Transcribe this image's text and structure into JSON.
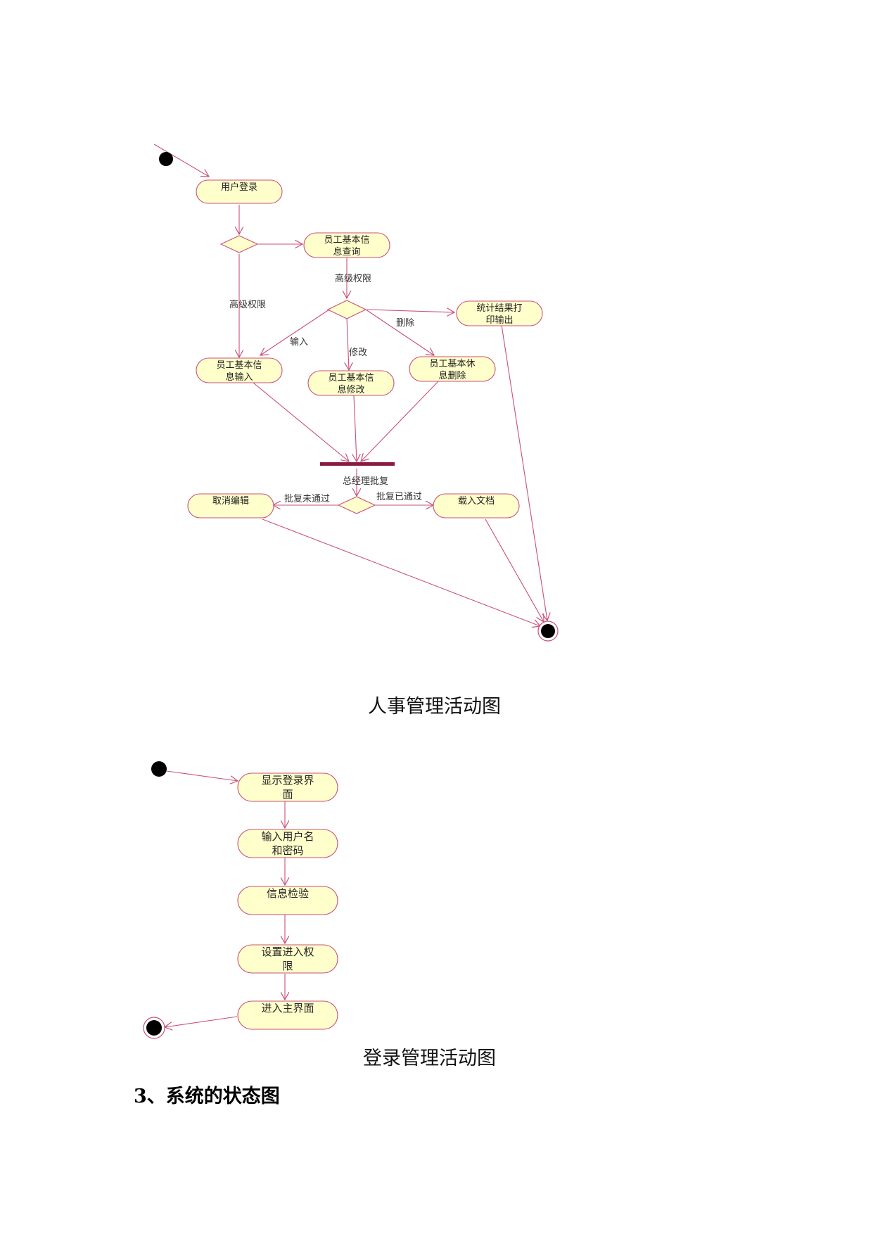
{
  "colors": {
    "node_fill": "#ffffcc",
    "node_stroke": "#c9507a",
    "edge": "#c9507a",
    "sync_bar": "#8b1a3e"
  },
  "diagram1": {
    "caption": "人事管理活动图",
    "nodes": {
      "login": "用户登录",
      "query": [
        "员工基本信",
        "息查询"
      ],
      "print": [
        "统计结果打",
        "印输出"
      ],
      "input": [
        "员工基本信",
        "息输入"
      ],
      "modify": [
        "员工基本信",
        "息修改"
      ],
      "delete": [
        "员工基本休",
        "息删除"
      ],
      "cancel": "取消编辑",
      "load": "载入文档"
    },
    "labels": {
      "high_perm_left": "高级权限",
      "high_perm": "高级权限",
      "input": "输入",
      "modify": "修改",
      "delete": "删除",
      "approve": "总经理批复",
      "rejected": "批复未通过",
      "approved": "批复已通过"
    }
  },
  "diagram2": {
    "caption": "登录管理活动图",
    "nodes": {
      "show": [
        "显示登录界",
        "面"
      ],
      "enter": [
        "输入用户名",
        "和密码"
      ],
      "verify": "信息检验",
      "perm": [
        "设置进入权",
        "限"
      ],
      "main": "进入主界面"
    }
  },
  "section_heading": "3、系统的状态图"
}
